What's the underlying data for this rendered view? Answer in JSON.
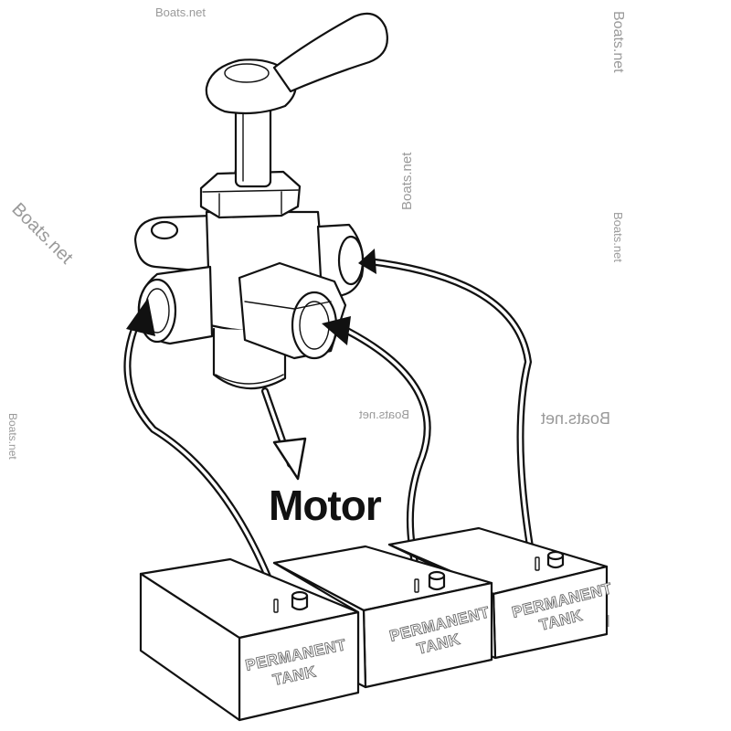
{
  "diagram": {
    "output_label": "Motor",
    "tanks": [
      {
        "label_line1": "PERMANENT",
        "label_line2": "TANK"
      },
      {
        "label_line1": "PERMANENT",
        "label_line2": "TANK"
      },
      {
        "label_line1": "PERMANENT",
        "label_line2": "TANK"
      }
    ]
  },
  "watermark": {
    "text": "Boats.net"
  }
}
